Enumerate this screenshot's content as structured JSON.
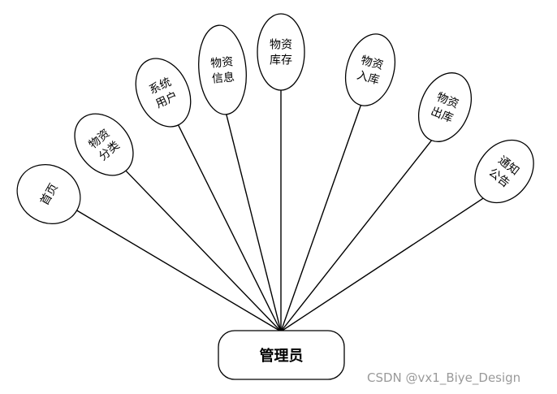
{
  "root": {
    "label": "管理员"
  },
  "nodes": [
    {
      "id": "home",
      "lines": [
        "首页"
      ]
    },
    {
      "id": "category",
      "lines": [
        "物资",
        "分类"
      ]
    },
    {
      "id": "users",
      "lines": [
        "系统",
        "用户"
      ]
    },
    {
      "id": "info",
      "lines": [
        "物资",
        "信息"
      ]
    },
    {
      "id": "stock",
      "lines": [
        "物资",
        "库存"
      ]
    },
    {
      "id": "inbound",
      "lines": [
        "物资",
        "入库"
      ]
    },
    {
      "id": "outbound",
      "lines": [
        "物资",
        "出库"
      ]
    },
    {
      "id": "notice",
      "lines": [
        "通知",
        "公告"
      ]
    }
  ],
  "watermark": "CSDN @vx1_Biye_Design"
}
